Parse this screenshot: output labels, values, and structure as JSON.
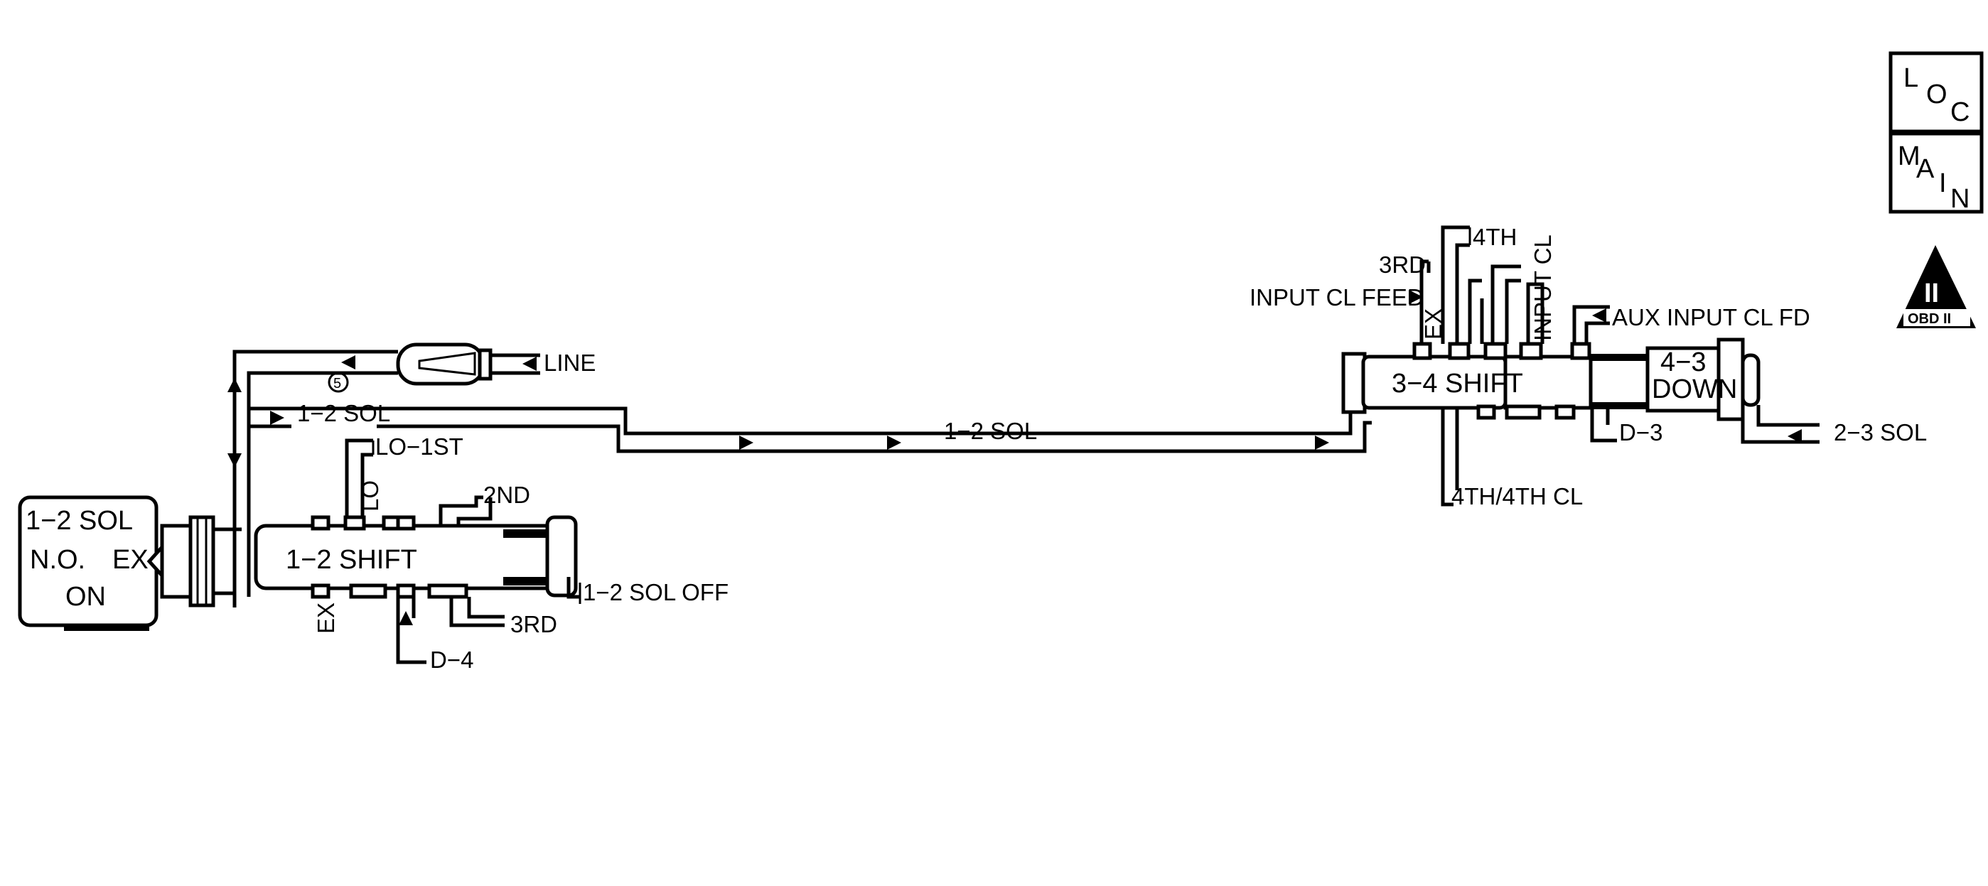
{
  "legend": {
    "loc_top": "L",
    "loc_mid": "O",
    "loc_bot": "C",
    "main_m": "M",
    "main_a": "A",
    "main_i": "I",
    "main_n": "N",
    "obd_numeral": "II",
    "obd_text": "OBD II"
  },
  "solenoid": {
    "line1": "1−2 SOL",
    "line2": "N.O.",
    "line3": "ON",
    "ex": "EX"
  },
  "shift12": {
    "name": "1−2 SHIFT",
    "line": "LINE",
    "sol_feed": "1−2 SOL",
    "lo1st": "LO−1ST",
    "lo": "LO",
    "second": "2ND",
    "sol_off": "1−2 SOL OFF",
    "third": "3RD",
    "ex": "EX",
    "d4": "D−4",
    "orifice": "5"
  },
  "mid_label": "1−2 SOL",
  "shift34": {
    "name": "3−4 SHIFT",
    "fourth": "4TH",
    "third": "3RD",
    "input_cl_feed": "INPUT CL FEED",
    "ex": "EX",
    "input_cl": "INPUT CL",
    "aux": "AUX INPUT CL FD",
    "d3": "D−3",
    "fourth_cl": "4TH/4TH CL",
    "sol23": "2−3 SOL"
  },
  "down43": {
    "line1": "4−3",
    "line2": "DOWN"
  }
}
